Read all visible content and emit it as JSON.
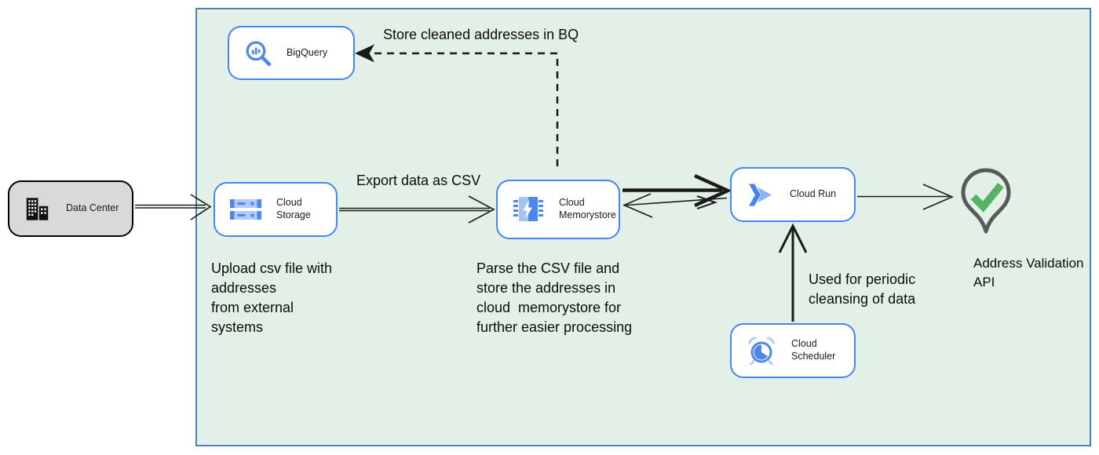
{
  "nodes": {
    "data_center": {
      "label": "Data Center"
    },
    "bigquery": {
      "label": "BigQuery"
    },
    "cloud_storage": {
      "label": "Cloud Storage"
    },
    "cloud_memorystore": {
      "label": "Cloud Memorystore"
    },
    "cloud_run": {
      "label": "Cloud Run"
    },
    "cloud_scheduler": {
      "label": "Cloud Scheduler"
    },
    "address_validation": {
      "label": "Address Validation API"
    }
  },
  "edge_labels": {
    "store_bq": "Store cleaned addresses in BQ",
    "export_csv": "Export data as CSV"
  },
  "annotations": {
    "upload": "Upload csv file with\naddresses\nfrom external\nsystems",
    "parse": "Parse the CSV file and\nstore the addresses in\ncloud  memorystore for\nfurther easier processing",
    "periodic": "Used for periodic\ncleansing of data"
  },
  "icons": {
    "data_center": "building-icon",
    "bigquery": "magnifier-chart-icon",
    "cloud_storage": "storage-buckets-icon",
    "cloud_memorystore": "memory-chip-bolt-icon",
    "cloud_run": "run-chevron-icon",
    "cloud_scheduler": "alarm-clock-icon",
    "address_validation": "map-pin-check-icon"
  },
  "colors": {
    "container_fill": "#e3f0e8",
    "container_border": "#4a7eb8",
    "node_border": "#4285f4",
    "node_fill": "#ffffff",
    "datacenter_fill": "#d9d9d9",
    "datacenter_border": "#000000",
    "icon_blue": "#5086ec",
    "icon_blue_light": "#aecbfa",
    "arrow_color": "#1a1a1a",
    "pin_outline": "#595959",
    "check_green": "#55b363"
  }
}
